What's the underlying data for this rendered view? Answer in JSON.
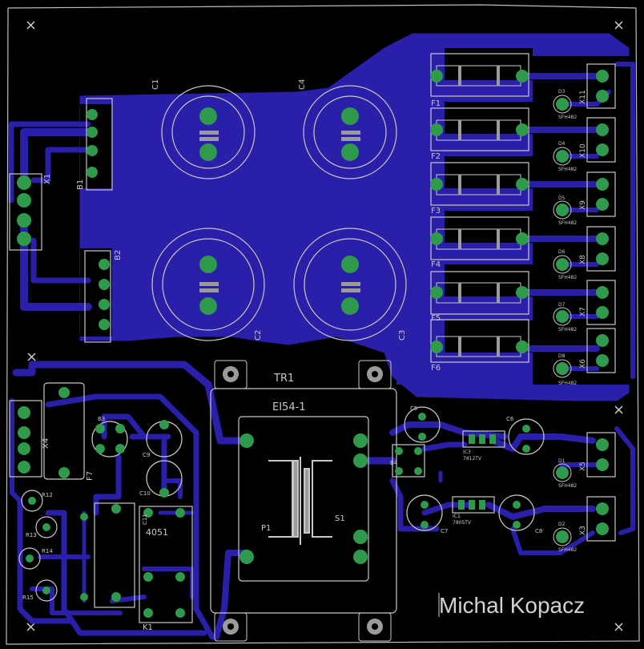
{
  "colors": {
    "background": "#000000",
    "copper": "#2a1fa8",
    "pad": "#2f9a4c",
    "silk": "#c8c8c8",
    "outline": "#d0d0d0"
  },
  "author": "Michal Kopacz",
  "transformer": {
    "ref": "TR1",
    "type": "EI54-1",
    "primary": "P1",
    "secondary": "S1"
  },
  "capacitors_big": [
    "C1",
    "C4",
    "C2",
    "C3"
  ],
  "connectors_small": [
    "B1",
    "B2",
    "X1"
  ],
  "fuses": [
    "F1",
    "F2",
    "F3",
    "F4",
    "F5",
    "F6"
  ],
  "leds": [
    "D3",
    "D4",
    "D5",
    "D6",
    "D7",
    "D8",
    "D1",
    "D2"
  ],
  "led_type": "SFH482",
  "terminals_right": [
    "X11",
    "X10",
    "X9",
    "X8",
    "X7",
    "X6",
    "X5",
    "X3"
  ],
  "left_lower": {
    "terminal": "X4",
    "fuse": "F7",
    "bridge": "B3",
    "caps": [
      "C9",
      "C10",
      "C11"
    ],
    "ic": "4051",
    "relay": "K1",
    "resistors": [
      "R12",
      "R13",
      "R14",
      "R15"
    ]
  },
  "right_lower": {
    "bridge": "B4",
    "reg1": {
      "ref": "IC3",
      "type": "7812TV"
    },
    "reg2": {
      "ref": "IC1",
      "type": "7805TV"
    },
    "caps": [
      "C5",
      "C6",
      "C7",
      "C8"
    ]
  }
}
